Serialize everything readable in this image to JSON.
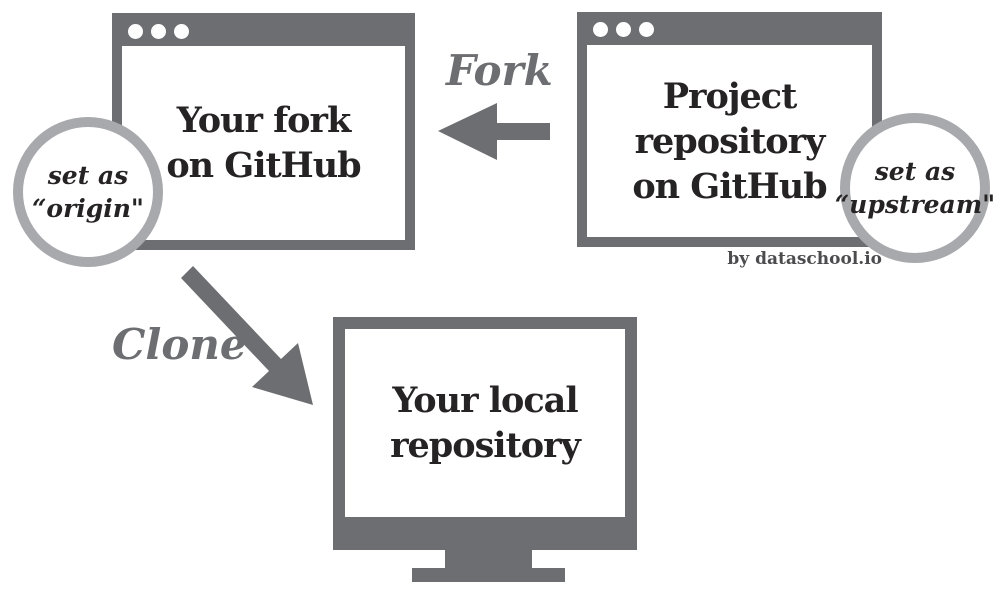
{
  "colors": {
    "frame_gray": "#6d6e71",
    "badge_border_gray": "#a7a9ac",
    "text_dark": "#262324",
    "credit_gray": "#4c4c4e",
    "background": "#ffffff"
  },
  "fork_window": {
    "lines": [
      "Your fork",
      "on GitHub"
    ]
  },
  "project_window": {
    "lines": [
      "Project",
      "repository",
      "on GitHub"
    ]
  },
  "origin_badge": {
    "lines": [
      "set as",
      "“origin\""
    ]
  },
  "upstream_badge": {
    "lines": [
      "set as",
      "“upstream\""
    ]
  },
  "fork_arrow": {
    "label": "Fork",
    "direction": "left"
  },
  "clone_arrow": {
    "label": "Clone",
    "direction": "down-right"
  },
  "local_monitor": {
    "lines": [
      "Your local",
      "repository"
    ]
  },
  "credit": {
    "text": "by dataschool.io"
  },
  "icons": {
    "window_controls": "three-circle-dots",
    "fork_arrow": "solid-arrow-left",
    "clone_arrow": "solid-arrow-diagonal-down-right"
  }
}
